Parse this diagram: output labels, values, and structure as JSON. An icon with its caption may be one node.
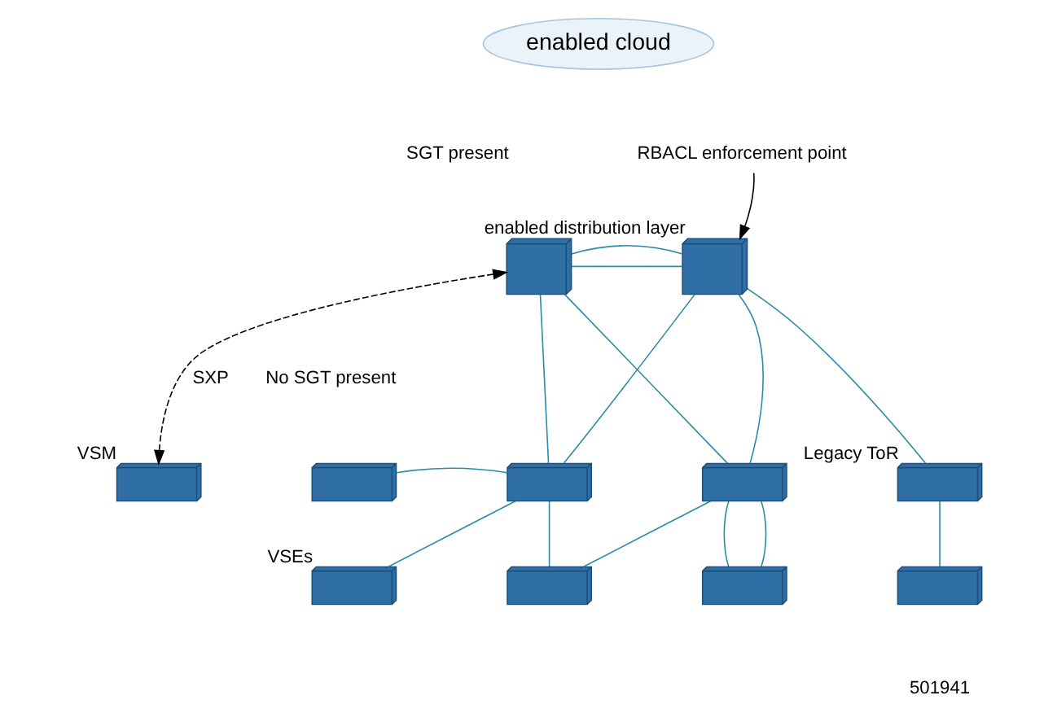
{
  "diagram": {
    "nodes": [
      {
        "text": [
          "enabled cloud"
        ]
      },
      {
        "text": [],
        "shape": "box"
      },
      {
        "text": [],
        "shape": "box",
        "beside": [
          "enabled distribution layer"
        ]
      },
      {
        "text": [],
        "shape": "box",
        "beside": [
          "VSM"
        ]
      },
      {
        "text": [],
        "shape": "box"
      },
      {
        "text": [],
        "shape": "box"
      },
      {
        "text": [],
        "shape": "box"
      },
      {
        "text": [],
        "shape": "box",
        "beside": [
          "Legacy ToR"
        ]
      },
      {
        "text": [],
        "shape": "box",
        "beside": [
          "VSEs"
        ]
      },
      {
        "text": [],
        "shape": "box"
      },
      {
        "text": [],
        "shape": "box"
      },
      {
        "text": [],
        "shape": "box"
      },
      {
        "text": [
          "RBACL enforcement point"
        ]
      }
    ],
    "edges": [
      {
        "from": 1,
        "to": 2,
        "arrow": "none"
      },
      {
        "from": 1,
        "to": 2,
        "arrow": "none"
      },
      {
        "from": 1,
        "to": 3,
        "arrow": "both",
        "style": "dashed",
        "color": "#000000",
        "label": "SXP"
      },
      {
        "from": 1,
        "to": 5,
        "arrow": "none"
      },
      {
        "from": 1,
        "to": 6,
        "arrow": "none"
      },
      {
        "from": 2,
        "to": 5,
        "arrow": "none"
      },
      {
        "from": 2,
        "to": 6,
        "arrow": "none"
      },
      {
        "from": 2,
        "to": 7,
        "arrow": "none"
      },
      {
        "from": 4,
        "to": 5,
        "arrow": "none"
      },
      {
        "from": 5,
        "to": 8,
        "arrow": "none"
      },
      {
        "from": 5,
        "to": 9,
        "arrow": "none"
      },
      {
        "from": 6,
        "to": 9,
        "arrow": "none"
      },
      {
        "from": 6,
        "to": 10,
        "arrow": "none"
      },
      {
        "from": 6,
        "to": 10,
        "arrow": "none"
      },
      {
        "from": 7,
        "to": 11,
        "arrow": "none"
      },
      {
        "from": 12,
        "to": 2,
        "arrow": "to",
        "color": "#000000"
      }
    ],
    "labels": [
      "SGT present",
      "No SGT present",
      "501941"
    ]
  }
}
